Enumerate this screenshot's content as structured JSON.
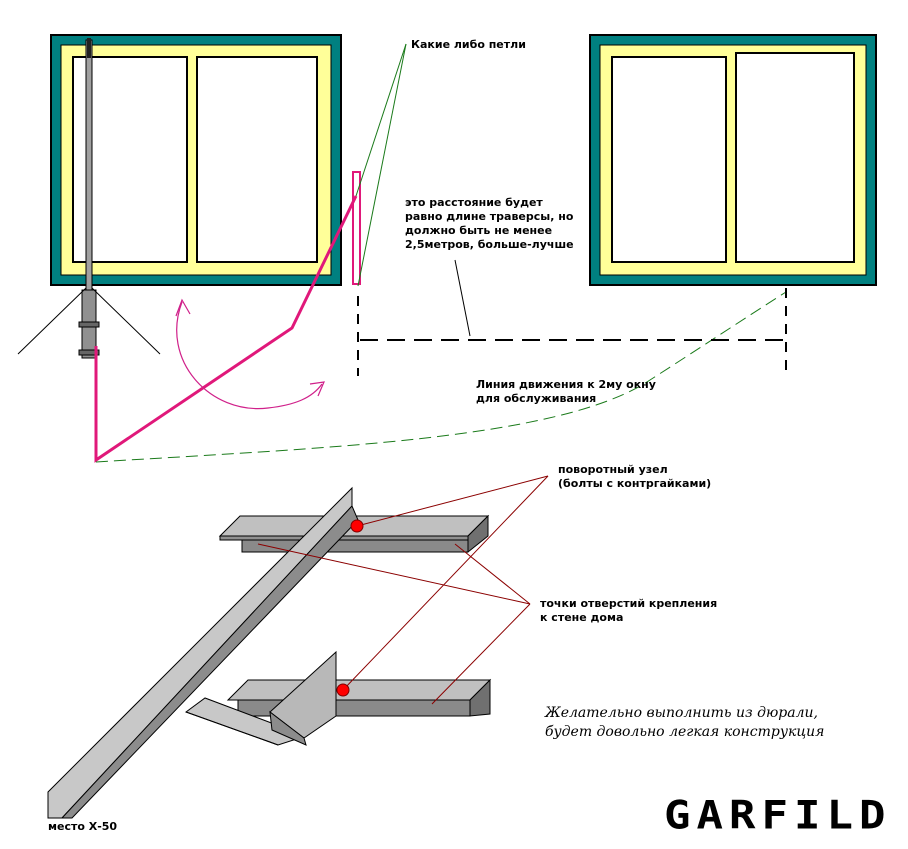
{
  "labels": {
    "hinges": "Какие либо петли",
    "distance": "это расстояние будет\nравно длине траверсы, но\nдолжно быть не менее\n2,5метров, больше-лучше",
    "movement": "Линия движения к 2му окну\nдля обслуживания",
    "pivot": "поворотный узел\n(болты с контргайками)",
    "mount_points": "точки отверстий крепления\nк стене дома",
    "material_note": "Желательно выполнить из дюрали,\nбудет довольно легкая конструкция",
    "x50_place": "место Х-50"
  },
  "logo": "GARFILD",
  "colors": {
    "frame_outer": "#008080",
    "frame_inner": "#ffff99",
    "traverse": "#e0187a",
    "leader_green": "#1a7a1a",
    "leader_red": "#8b0000",
    "metal": "#c0c0c0",
    "metal_dark": "#808080",
    "bolt": "#ff0000"
  },
  "icons": {
    "rotation": "curved-arrow-icon"
  }
}
